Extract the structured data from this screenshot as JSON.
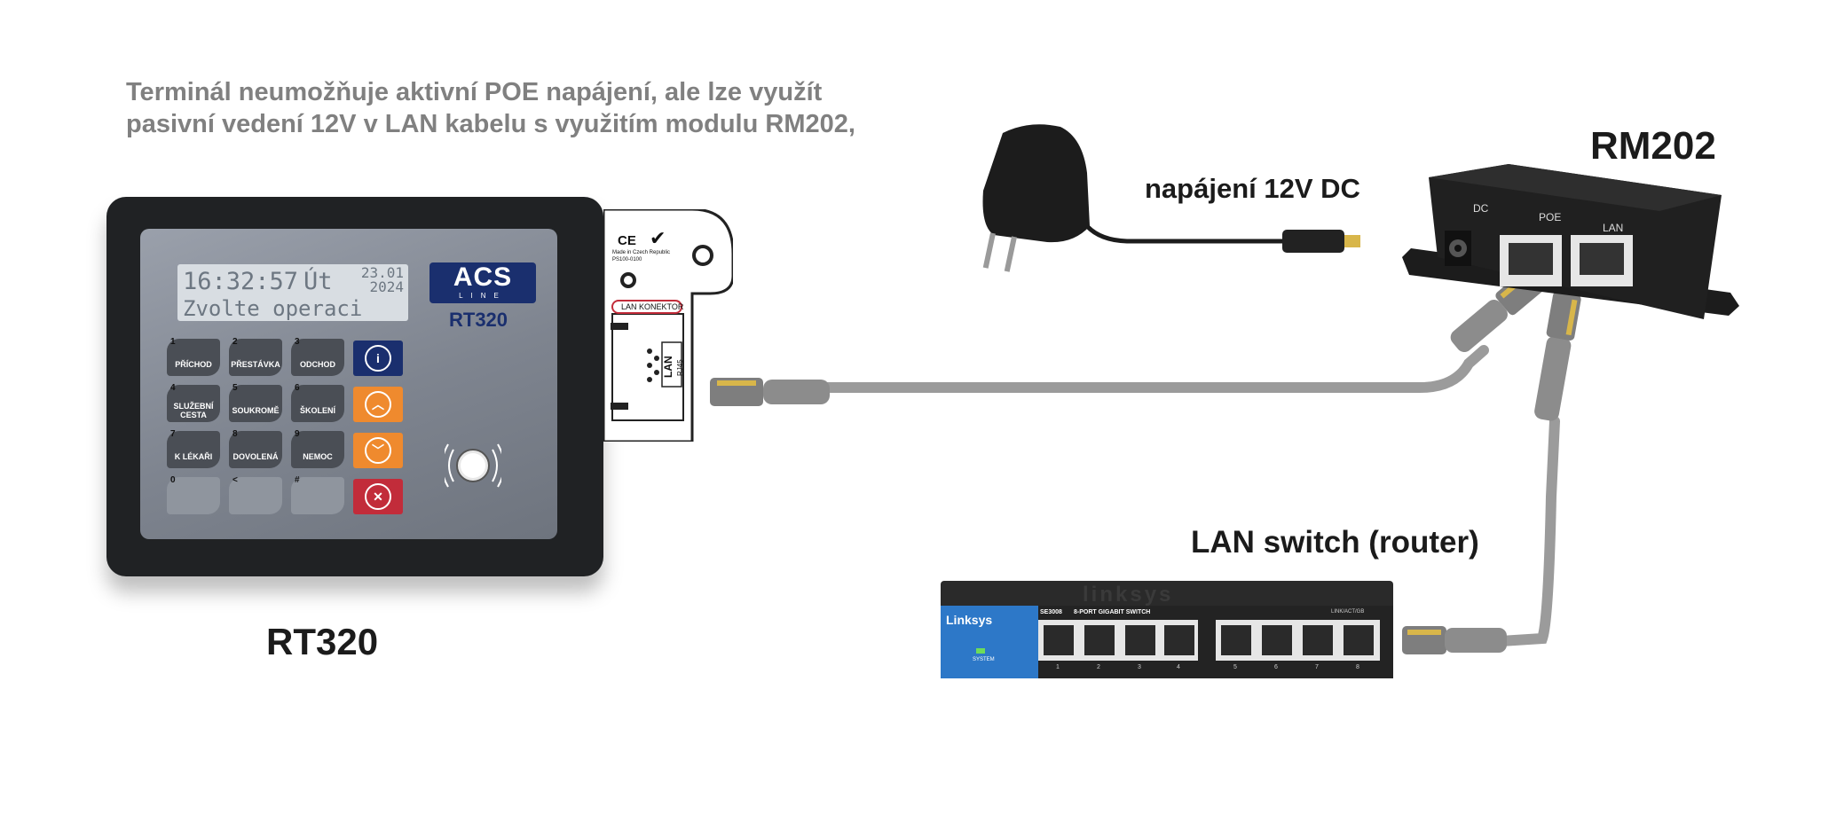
{
  "intro": {
    "line1": "Terminál neumožňuje aktivní POE napájení, ale lze využít",
    "line2": "pasivní vedení 12V v LAN kabelu s využitím modulu RM202,"
  },
  "labels": {
    "rt320": "RT320",
    "rm202": "RM202",
    "psu": "napájení 12V DC",
    "switch": "LAN switch (router)"
  },
  "terminal": {
    "time": "16:32:57",
    "day": "Út",
    "date_day": "23.01",
    "date_year": "2024",
    "prompt": "Zvolte operaci",
    "logo": "ACS",
    "logo_sub": "LINE",
    "model": "RT320",
    "keys": [
      {
        "num": "1",
        "label": "PŘÍCHOD"
      },
      {
        "num": "2",
        "label": "PŘESTÁVKA"
      },
      {
        "num": "3",
        "label": "ODCHOD"
      },
      {
        "num": "4",
        "label": "SLUŽEBNÍ CESTA"
      },
      {
        "num": "5",
        "label": "SOUKROMĚ"
      },
      {
        "num": "6",
        "label": "ŠKOLENÍ"
      },
      {
        "num": "7",
        "label": "K LÉKAŘI"
      },
      {
        "num": "8",
        "label": "DOVOLENÁ"
      },
      {
        "num": "9",
        "label": "NEMOC"
      },
      {
        "num": "0",
        "label": ""
      },
      {
        "num": "<",
        "label": ""
      },
      {
        "num": "#",
        "label": ""
      }
    ]
  },
  "board": {
    "ce": "CE",
    "made_in": "Made in Czech Republic",
    "part": "PS100-0100",
    "connector_label": "LAN KONEKTOR",
    "port": "LAN",
    "port_type": "RJ45"
  },
  "rm202_device": {
    "dc": "DC",
    "poe": "POE",
    "lan": "LAN"
  },
  "switch_device": {
    "brand": "Linksys",
    "model": "SE3008",
    "desc": "8-PORT GIGABIT SWITCH",
    "system": "SYSTEM",
    "link": "LINK/ACT/GB",
    "top_brand": "linksys",
    "ports": [
      "1",
      "2",
      "3",
      "4",
      "5",
      "6",
      "7",
      "8"
    ]
  },
  "colors": {
    "cable": "#9b9b9b",
    "text_gray": "#808080",
    "brand_blue": "#1a2f6e",
    "switch_blue": "#2d78c8",
    "orange": "#ef8a2e",
    "red": "#c22c3a"
  }
}
